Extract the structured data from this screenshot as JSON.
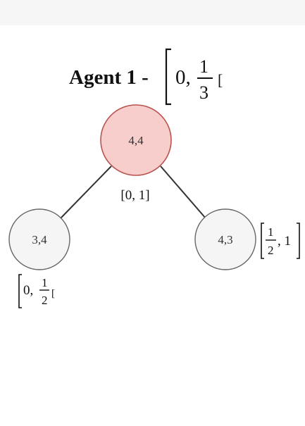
{
  "title": {
    "agent_label": "Agent 1 -",
    "interval": {
      "open_bracket": "[",
      "lower": "0,",
      "frac_num": "1",
      "frac_den": "3",
      "close_bracket": "["
    }
  },
  "tree": {
    "root": {
      "label": "4,4",
      "interval": "[0, 1]"
    },
    "left_child": {
      "label": "3,4",
      "interval": {
        "open_bracket": "[",
        "lower": "0,",
        "frac_num": "1",
        "frac_den": "2",
        "close_bracket": "["
      }
    },
    "right_child": {
      "label": "4,3",
      "interval": {
        "open_bracket": "[",
        "frac_num": "1",
        "frac_den": "2",
        "upper": ", 1",
        "close_bracket": "]"
      }
    }
  },
  "colors": {
    "root_fill": "#f8cecc",
    "root_stroke": "#b85450",
    "child_fill": "#f5f5f5",
    "child_stroke": "#666666",
    "edge": "#333333",
    "top_band": "#f6f6f6"
  }
}
